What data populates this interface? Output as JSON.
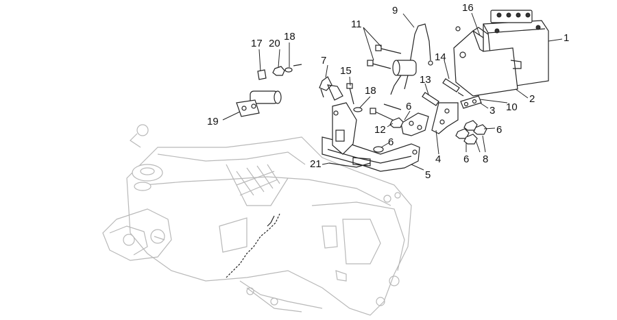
{
  "callouts": [
    {
      "id": "c1",
      "text": "1"
    },
    {
      "id": "c2",
      "text": "2"
    },
    {
      "id": "c3",
      "text": "3"
    },
    {
      "id": "c4",
      "text": "4"
    },
    {
      "id": "c5",
      "text": "5"
    },
    {
      "id": "c6a",
      "text": "6"
    },
    {
      "id": "c6b",
      "text": "6"
    },
    {
      "id": "c6c",
      "text": "6"
    },
    {
      "id": "c6d",
      "text": "6"
    },
    {
      "id": "c7",
      "text": "7"
    },
    {
      "id": "c8",
      "text": "8"
    },
    {
      "id": "c9",
      "text": "9"
    },
    {
      "id": "c10",
      "text": "10"
    },
    {
      "id": "c11",
      "text": "11"
    },
    {
      "id": "c12",
      "text": "12"
    },
    {
      "id": "c13",
      "text": "13"
    },
    {
      "id": "c14",
      "text": "14"
    },
    {
      "id": "c15",
      "text": "15"
    },
    {
      "id": "c16",
      "text": "16"
    },
    {
      "id": "c17",
      "text": "17"
    },
    {
      "id": "c18a",
      "text": "18"
    },
    {
      "id": "c18b",
      "text": "18"
    },
    {
      "id": "c19",
      "text": "19"
    },
    {
      "id": "c20",
      "text": "20"
    },
    {
      "id": "c21",
      "text": "21"
    }
  ],
  "colors": {
    "frame": "#b8b8b8",
    "parts": "#222222",
    "background": "#ffffff"
  }
}
